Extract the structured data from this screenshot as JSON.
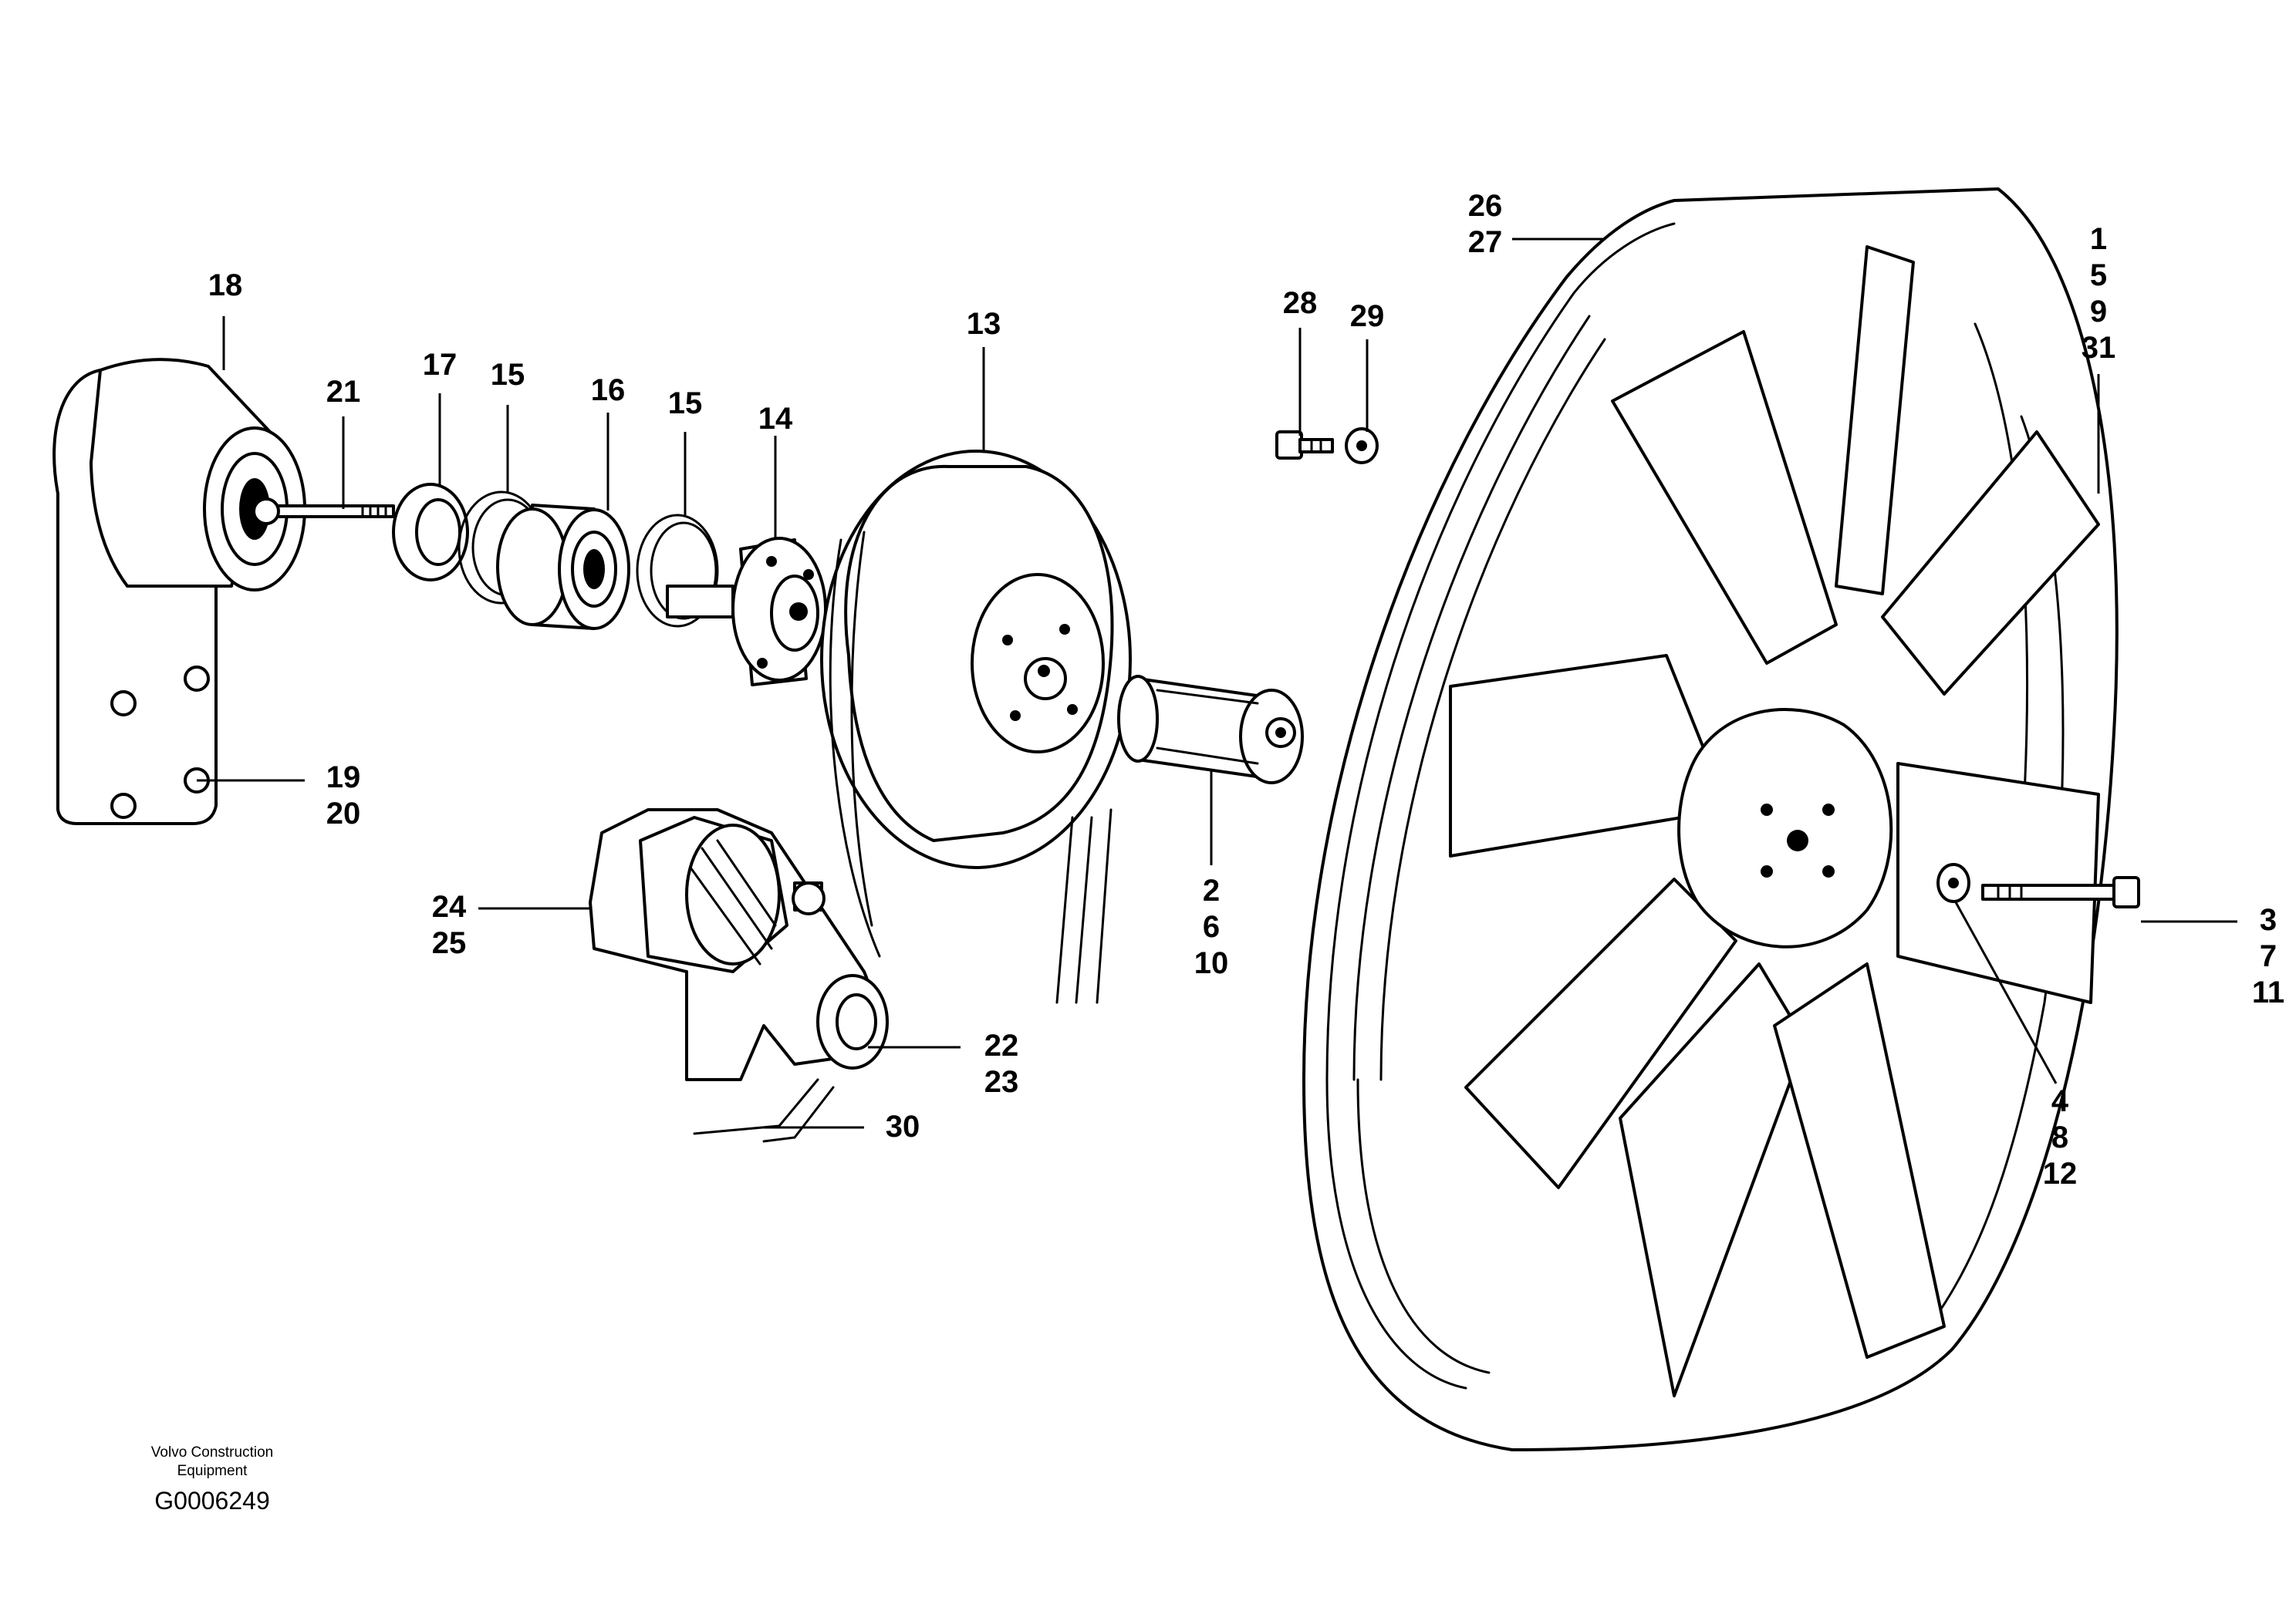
{
  "callouts": {
    "c26_27": [
      "26",
      "27"
    ],
    "c28": [
      "28"
    ],
    "c29": [
      "29"
    ],
    "c1_5_9_31": [
      "1",
      "5",
      "9",
      "31"
    ],
    "c18": [
      "18"
    ],
    "c21": [
      "21"
    ],
    "c17": [
      "17"
    ],
    "c15a": [
      "15"
    ],
    "c16": [
      "16"
    ],
    "c15b": [
      "15"
    ],
    "c14": [
      "14"
    ],
    "c13": [
      "13"
    ],
    "c19_20": [
      "19",
      "20"
    ],
    "c24_25": [
      "24",
      "25"
    ],
    "c2_6_10": [
      "2",
      "6",
      "10"
    ],
    "c3_7_11": [
      "3",
      "7",
      "11"
    ],
    "c4_8_12": [
      "4",
      "8",
      "12"
    ],
    "c22_23": [
      "22",
      "23"
    ],
    "c30": [
      "30"
    ]
  },
  "footer": {
    "manufacturer": [
      "Volvo Construction",
      "Equipment"
    ],
    "drawing_number": "G0006249"
  }
}
